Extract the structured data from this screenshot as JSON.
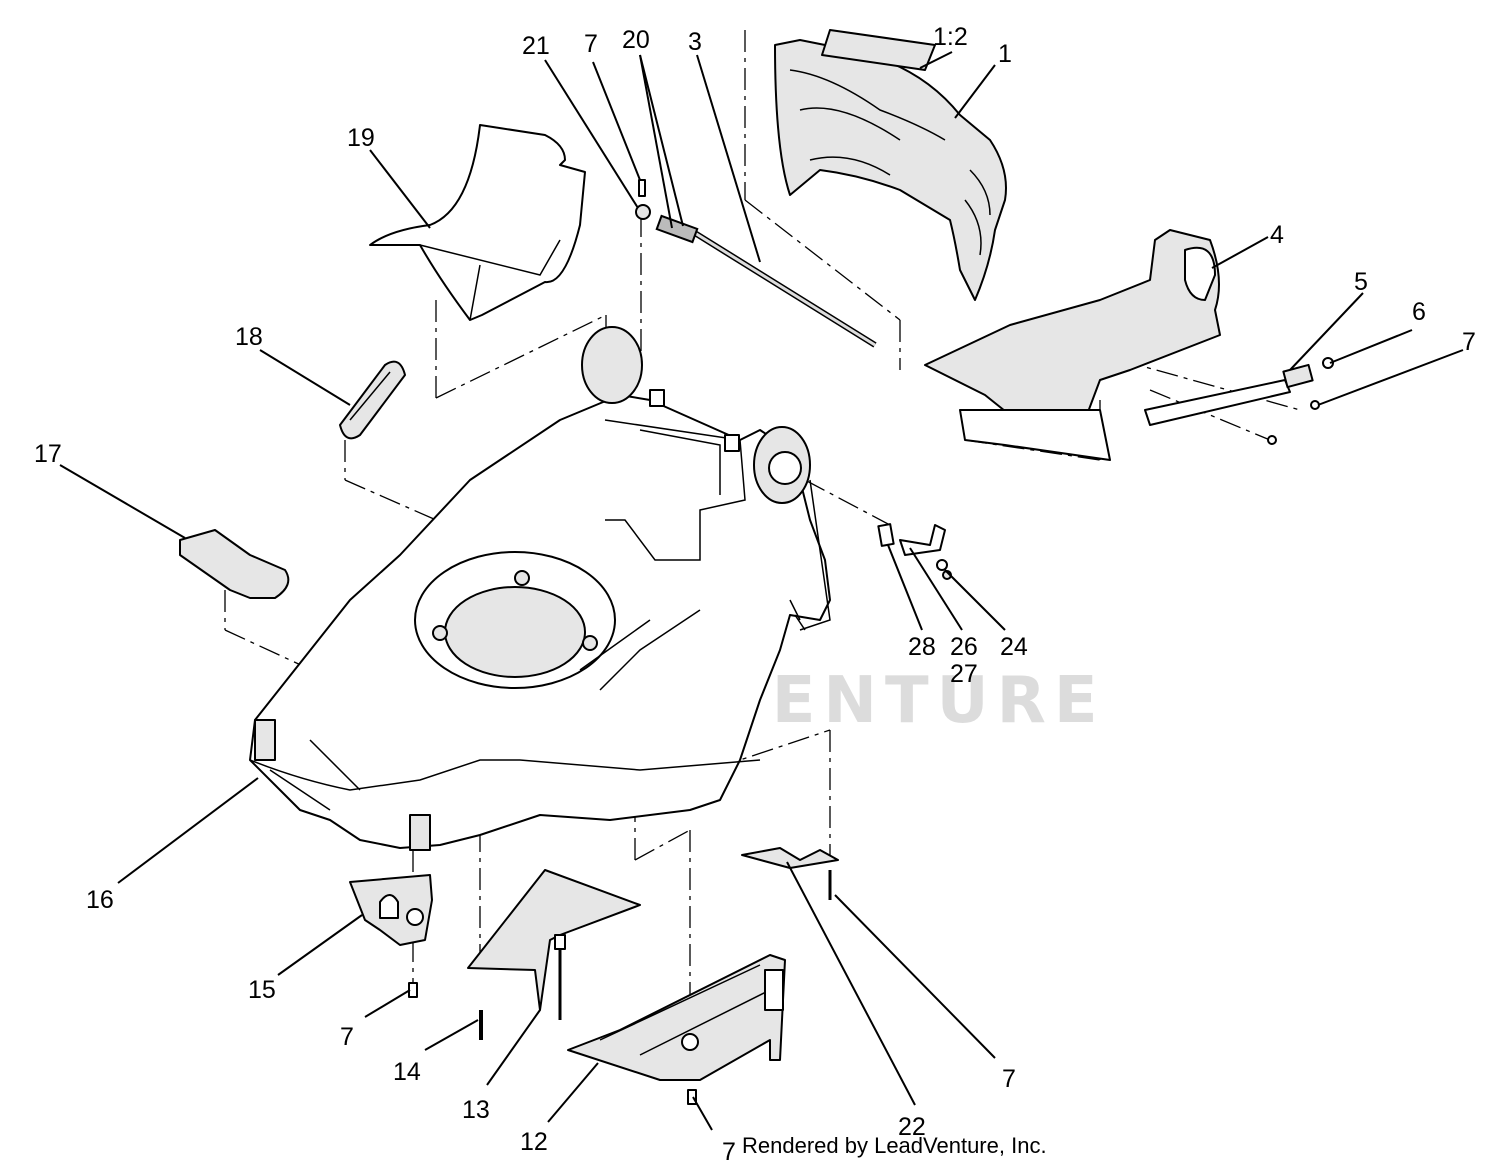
{
  "callouts": {
    "c21": "21",
    "c7_top": "7",
    "c20": "20",
    "c3": "3",
    "c1_2": "1:2",
    "c1": "1",
    "c19": "19",
    "c4": "4",
    "c5": "5",
    "c6": "6",
    "c7_right": "7",
    "c18": "18",
    "c17": "17",
    "c28": "28",
    "c26": "26",
    "c27": "27",
    "c24": "24",
    "c16": "16",
    "c15": "15",
    "c7_left": "7",
    "c14": "14",
    "c13": "13",
    "c12": "12",
    "c7_bottom": "7",
    "c22": "22",
    "c7_lowright": "7"
  },
  "watermark": "LEADVENTURE",
  "credit": "Rendered by LeadVenture, Inc."
}
